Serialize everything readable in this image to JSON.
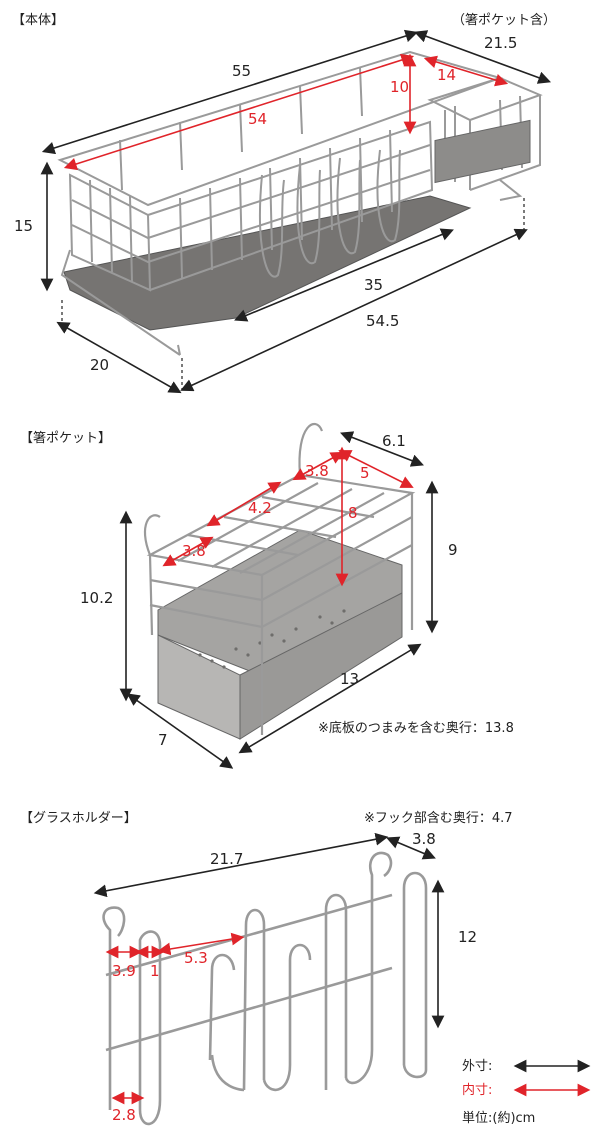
{
  "sections": {
    "main": {
      "title": "【本体】",
      "subtitle": "（箸ポケット含）",
      "dims": {
        "length_outer": "55",
        "length_inner": "54",
        "height": "15",
        "pocket_depth": "21.5",
        "pocket_height_inner": "10",
        "pocket_width_inner": "14",
        "depth": "20",
        "tray_length": "35",
        "base_length": "54.5"
      }
    },
    "chopstick": {
      "title": "【箸ポケット】",
      "dims": {
        "depth_top": "6.1",
        "inner_a": "3.8",
        "inner_b": "5",
        "inner_c": "4.2",
        "inner_d": "8",
        "inner_e": "3.8",
        "height_right": "9",
        "height_left": "10.2",
        "width": "13",
        "depth_bottom": "7"
      },
      "note": "※底板のつまみを含む奥行：13.8"
    },
    "glass": {
      "title": "【グラスホルダー】",
      "note": "※フック部含む奥行：4.7",
      "dims": {
        "width": "21.7",
        "depth": "3.8",
        "height": "12",
        "inner_a": "3.9",
        "inner_b": "1",
        "inner_c": "5.3",
        "inner_d": "2.8"
      }
    }
  },
  "legend": {
    "outer_label": "外寸:",
    "inner_label": "内寸:",
    "unit_label": "単位:(約)cm",
    "outer_color": "#222222",
    "inner_color": "#e0242a"
  }
}
